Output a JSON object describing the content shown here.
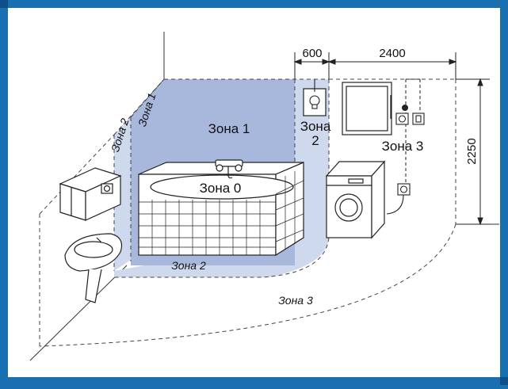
{
  "zones": {
    "zone0": "Зона 0",
    "zone1_back": "Зона 1",
    "zone1_side": "Зона 1",
    "zone2_side": "Зона 2",
    "zone2_window": "Зона",
    "zone2_window_num": "2",
    "zone2_floor": "Зона 2",
    "zone3_wall": "Зона 3",
    "zone3_floor": "Зона 3"
  },
  "dimensions": {
    "width_small": "600",
    "width_large": "2400",
    "height": "2250"
  },
  "colors": {
    "frame": "#1a6fb0",
    "zone1": "#a7b8dc",
    "zone2": "#cfd9ee",
    "background": "#ffffff"
  }
}
